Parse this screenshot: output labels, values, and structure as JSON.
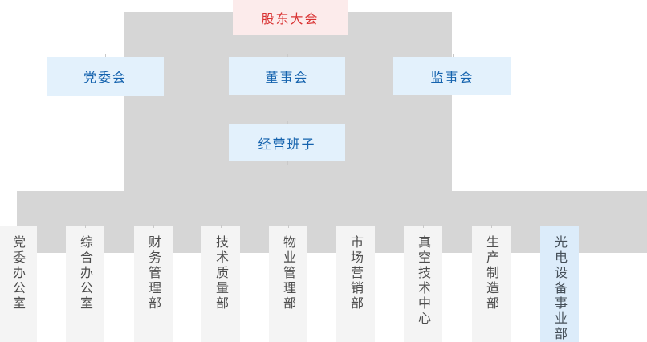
{
  "diagram": {
    "type": "org-chart",
    "top_box": {
      "label": "股东大会"
    },
    "level2": [
      {
        "label": "党委会"
      },
      {
        "label": "董事会"
      },
      {
        "label": "监事会"
      }
    ],
    "level3": {
      "label": "经营班子"
    },
    "departments": [
      {
        "label": "党委办公室"
      },
      {
        "label": "综合办公室"
      },
      {
        "label": "财务管理部"
      },
      {
        "label": "技术质量部"
      },
      {
        "label": "物业管理部"
      },
      {
        "label": "市场营销部"
      },
      {
        "label": "真空技术中心"
      },
      {
        "label": "生产制造部"
      },
      {
        "label": "光电设备事业部",
        "highlighted": true
      }
    ],
    "colors": {
      "top_box_bg": "#fcebeb",
      "top_box_text": "#d93333",
      "blue_box_bg": "#e3f1fc",
      "blue_box_text": "#1563ae",
      "connector_gray": "#d6d6d6",
      "dept_bg": "#f4f4f4",
      "dept_text": "#4d4d4d",
      "dept_highlight_bg": "#dcecfa",
      "dept_highlight_text": "#454f58"
    }
  }
}
